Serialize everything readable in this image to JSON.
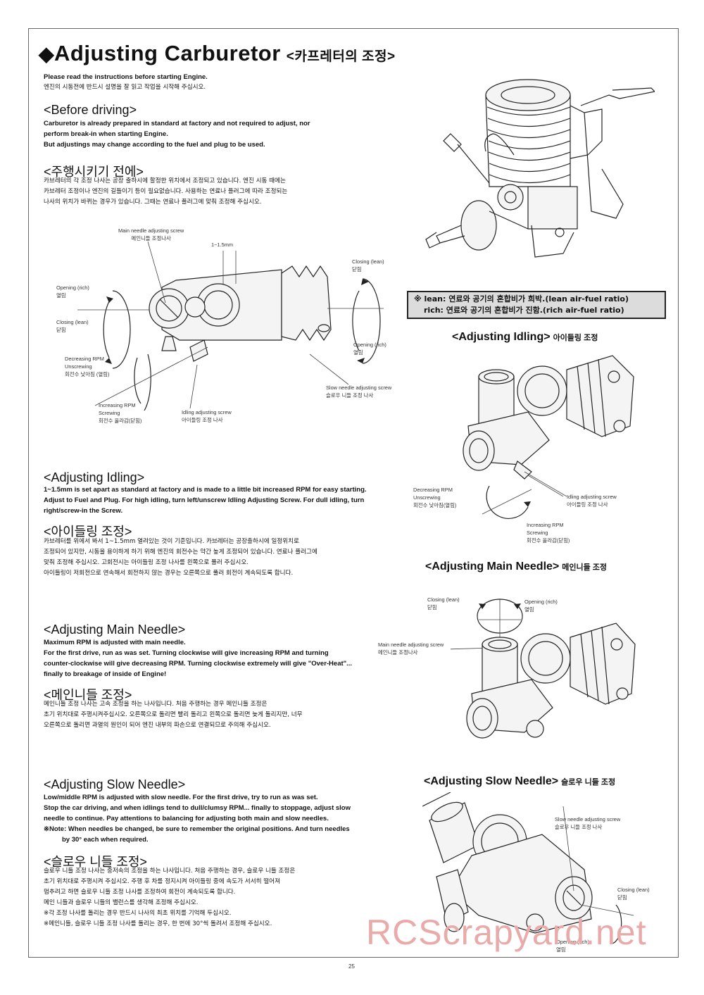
{
  "title": {
    "diamond": "◆",
    "en": "Adjusting Carburetor",
    "ko": "<카프레터의 조정>"
  },
  "intro": {
    "en": "Please read the instructions before starting Engine.",
    "ko": "엔진의 시동전에 반드시 설명을 잘 읽고 작업을 시작해 주십시오."
  },
  "before_driving": {
    "heading": "<Before driving>",
    "lines": [
      "Carburetor is already prepared in standard at factory and not required to adjust, nor",
      "perform break-in when starting Engine.",
      "But adjustings may change according to the fuel and plug to be used."
    ]
  },
  "before_driving_ko": {
    "heading": "<주행시키기 전에>",
    "lines": [
      "카브레터의 각 조정 나사는 공장 출하시에 할정한 위치에서 조정되고 있습니다. 엔진 시동 때에는",
      "카브레터 조정이나 엔진의 길들이기 등이 필요없습니다. 사용하는 연료나 플러그에 따라 조정되는",
      "나사의 위치가 바뀌는 경우가 있습니다. 그때는 연료나 플러그에 맞춰 조정해 주십시오."
    ]
  },
  "diagram1": {
    "main_needle_en": "Main needle adjusting screw",
    "main_needle_ko": "메인니들 조정나사",
    "gap": "1~1.5mm",
    "closing_lean_r": "Closing (lean)",
    "closing_lean_r_ko": "닫힘",
    "opening_rich_l": "Opening (rich)",
    "opening_rich_l_ko": "열림",
    "closing_lean_l": "Closing (lean)",
    "closing_lean_l_ko": "닫힘",
    "opening_rich_r": "Opening (rich)",
    "opening_rich_r_ko": "열림",
    "decreasing": [
      "Decreasing RPM",
      "Unscrewing",
      "회전수 낮아짐 (열림)"
    ],
    "increasing": [
      "Increasing RPM",
      "Screwing",
      "회전수 올라감(닫힘)"
    ],
    "idling_screw": [
      "Idling adjusting screw",
      "아이들링 조정 나사"
    ],
    "slow_screw": [
      "Slow needle adjusting screw",
      "슬로우 니들 조정 나사"
    ]
  },
  "lean_rich_note": {
    "line1": "※ lean: 연료와 공기의 혼합비가 희박.(lean air-fuel ratio)",
    "line2": "rich: 연료와 공기의 혼합비가 진함.(rich air-fuel ratio)"
  },
  "idling_section": {
    "heading": "<Adjusting Idling>",
    "lines": [
      "1~1.5mm is set apart as standard at factory and is made to a little bit increased RPM for easy starting.",
      "Adjust to Fuel and Plug.  For high idling, turn left/unscrew Idling Adjusting Screw.  For dull idling, turn",
      "right/screw-in the Screw."
    ]
  },
  "idling_section_ko": {
    "heading": "<아이들링 조정>",
    "lines": [
      "카브레터를 위에서 봐서 1~1.5mm 열려있는 것이 기준입니다. 카브레터는 공장출하시에 일정위치로",
      "조정되어 있지만, 시동을 용이하게 하기 위해 엔진의 회전수는 약간 높게 조정되어 있습니다. 연료나 플러그에",
      "맞춰 조정해 주십시오. 고회전시는 아이들링 조정 나사를 왼쪽으로 풀러 주십시오.",
      "아이들링이 저회전으로 연속해서 회전하지 않는 경우는 오른쪽으로 풀러 회전이 계속되도록 합니다."
    ]
  },
  "main_needle_section": {
    "heading": "<Adjusting Main Needle>",
    "lines": [
      "Maximum RPM is adjusted with main needle.",
      "For the first drive, run as was set.  Turning clockwise will give increasing RPM and turning",
      "counter-clockwise will give decreasing RPM. Turning clockwise extremely will give \"Over-Heat\"...",
      "finally to breakage of inside of Engine!"
    ]
  },
  "main_needle_section_ko": {
    "heading": "<메인니들 조정>",
    "lines": [
      "메인니들 조정 나사는 고속 조정을 하는 나사입니다. 처음 주행하는 경우 메인니들 조정은",
      "초기 위치대로 주행시켜주십시오. 오른쪽으로 돌리면 빨리 돌리고 왼쪽으로 돌리면 늦게 돌리지만, 너무",
      "오른쪽으로 돌리면 과열의 원인이 되어 엔진 내부의 파손으로 연결되므로 주의해 주십시오."
    ]
  },
  "slow_needle_section": {
    "heading": "<Adjusting Slow Needle>",
    "lines": [
      "Low/middle RPM is adjusted with slow needle.  For the first drive, try to run as was set.",
      "Stop the car driving, and when idlings tend to dull/clumsy RPM... finally to stoppage, adjust slow",
      "needle to continue.  Pay attentions to balancing for adjusting both main and slow needles.",
      "※Note: When needles be changed, be sure to remember the original positions.  And turn needles",
      "by 30° each when required."
    ]
  },
  "slow_needle_section_ko": {
    "heading": "<슬로우 니들 조정>",
    "lines": [
      "슬로우 니들 조정 나사는 중저속의 조정을 하는 나사입니다. 처음 주행하는 경우, 슬로우 니들 조정은",
      "초기 위치대로 주행시켜 주십시오. 주행 후 차를 정지시켜 아이들링 중에 속도가 서서히 떨어져",
      "멈추려고 하면 슬로우 니들 조정 나사를 조정하여 회전이 계속되도록 합니다.",
      "메인 니들과 슬로우 니들의 밸런스를 생각해 조정해 주십시오.",
      "※각 조정 나사를 돌리는 경우 반드시 나사의 최초 위치를 기억해 두십시오.",
      "※메인니들, 슬로우 니들 조정 나사를 돌리는 경우, 한 번에 30°씩 돌려서 조정해 주십시오."
    ]
  },
  "right_idling": {
    "heading_en": "<Adjusting Idling>",
    "heading_ko": "아이들링 조정",
    "decreasing": [
      "Decreasing RPM",
      "Unscrewing",
      "회전수 낮아짐(열림)"
    ],
    "increasing": [
      "Increasing RPM",
      "Screwing",
      "회전수 올라감(닫힘)"
    ],
    "screw": [
      "Idling adjusting screw",
      "아이들링 조정 나사"
    ]
  },
  "right_main": {
    "heading_en": "<Adjusting Main Needle>",
    "heading_ko": "메인니들 조정",
    "closing": [
      "Closing (lean)",
      "닫힘"
    ],
    "opening": [
      "Opening (rich)",
      "열림"
    ],
    "screw": [
      "Main needle adjusting screw",
      "메인니들 조정나사"
    ]
  },
  "right_slow": {
    "heading_en": "<Adjusting Slow Needle>",
    "heading_ko": "슬로우 니들 조정",
    "screw": [
      "Slow needle adjusting screw",
      "슬로우 니들 조정 나사"
    ],
    "closing": [
      "Closing (lean)",
      "닫힘"
    ],
    "opening": [
      "Opening (rich)",
      "열림"
    ]
  },
  "page_number": "25",
  "watermark": "RCScrapyard.net"
}
